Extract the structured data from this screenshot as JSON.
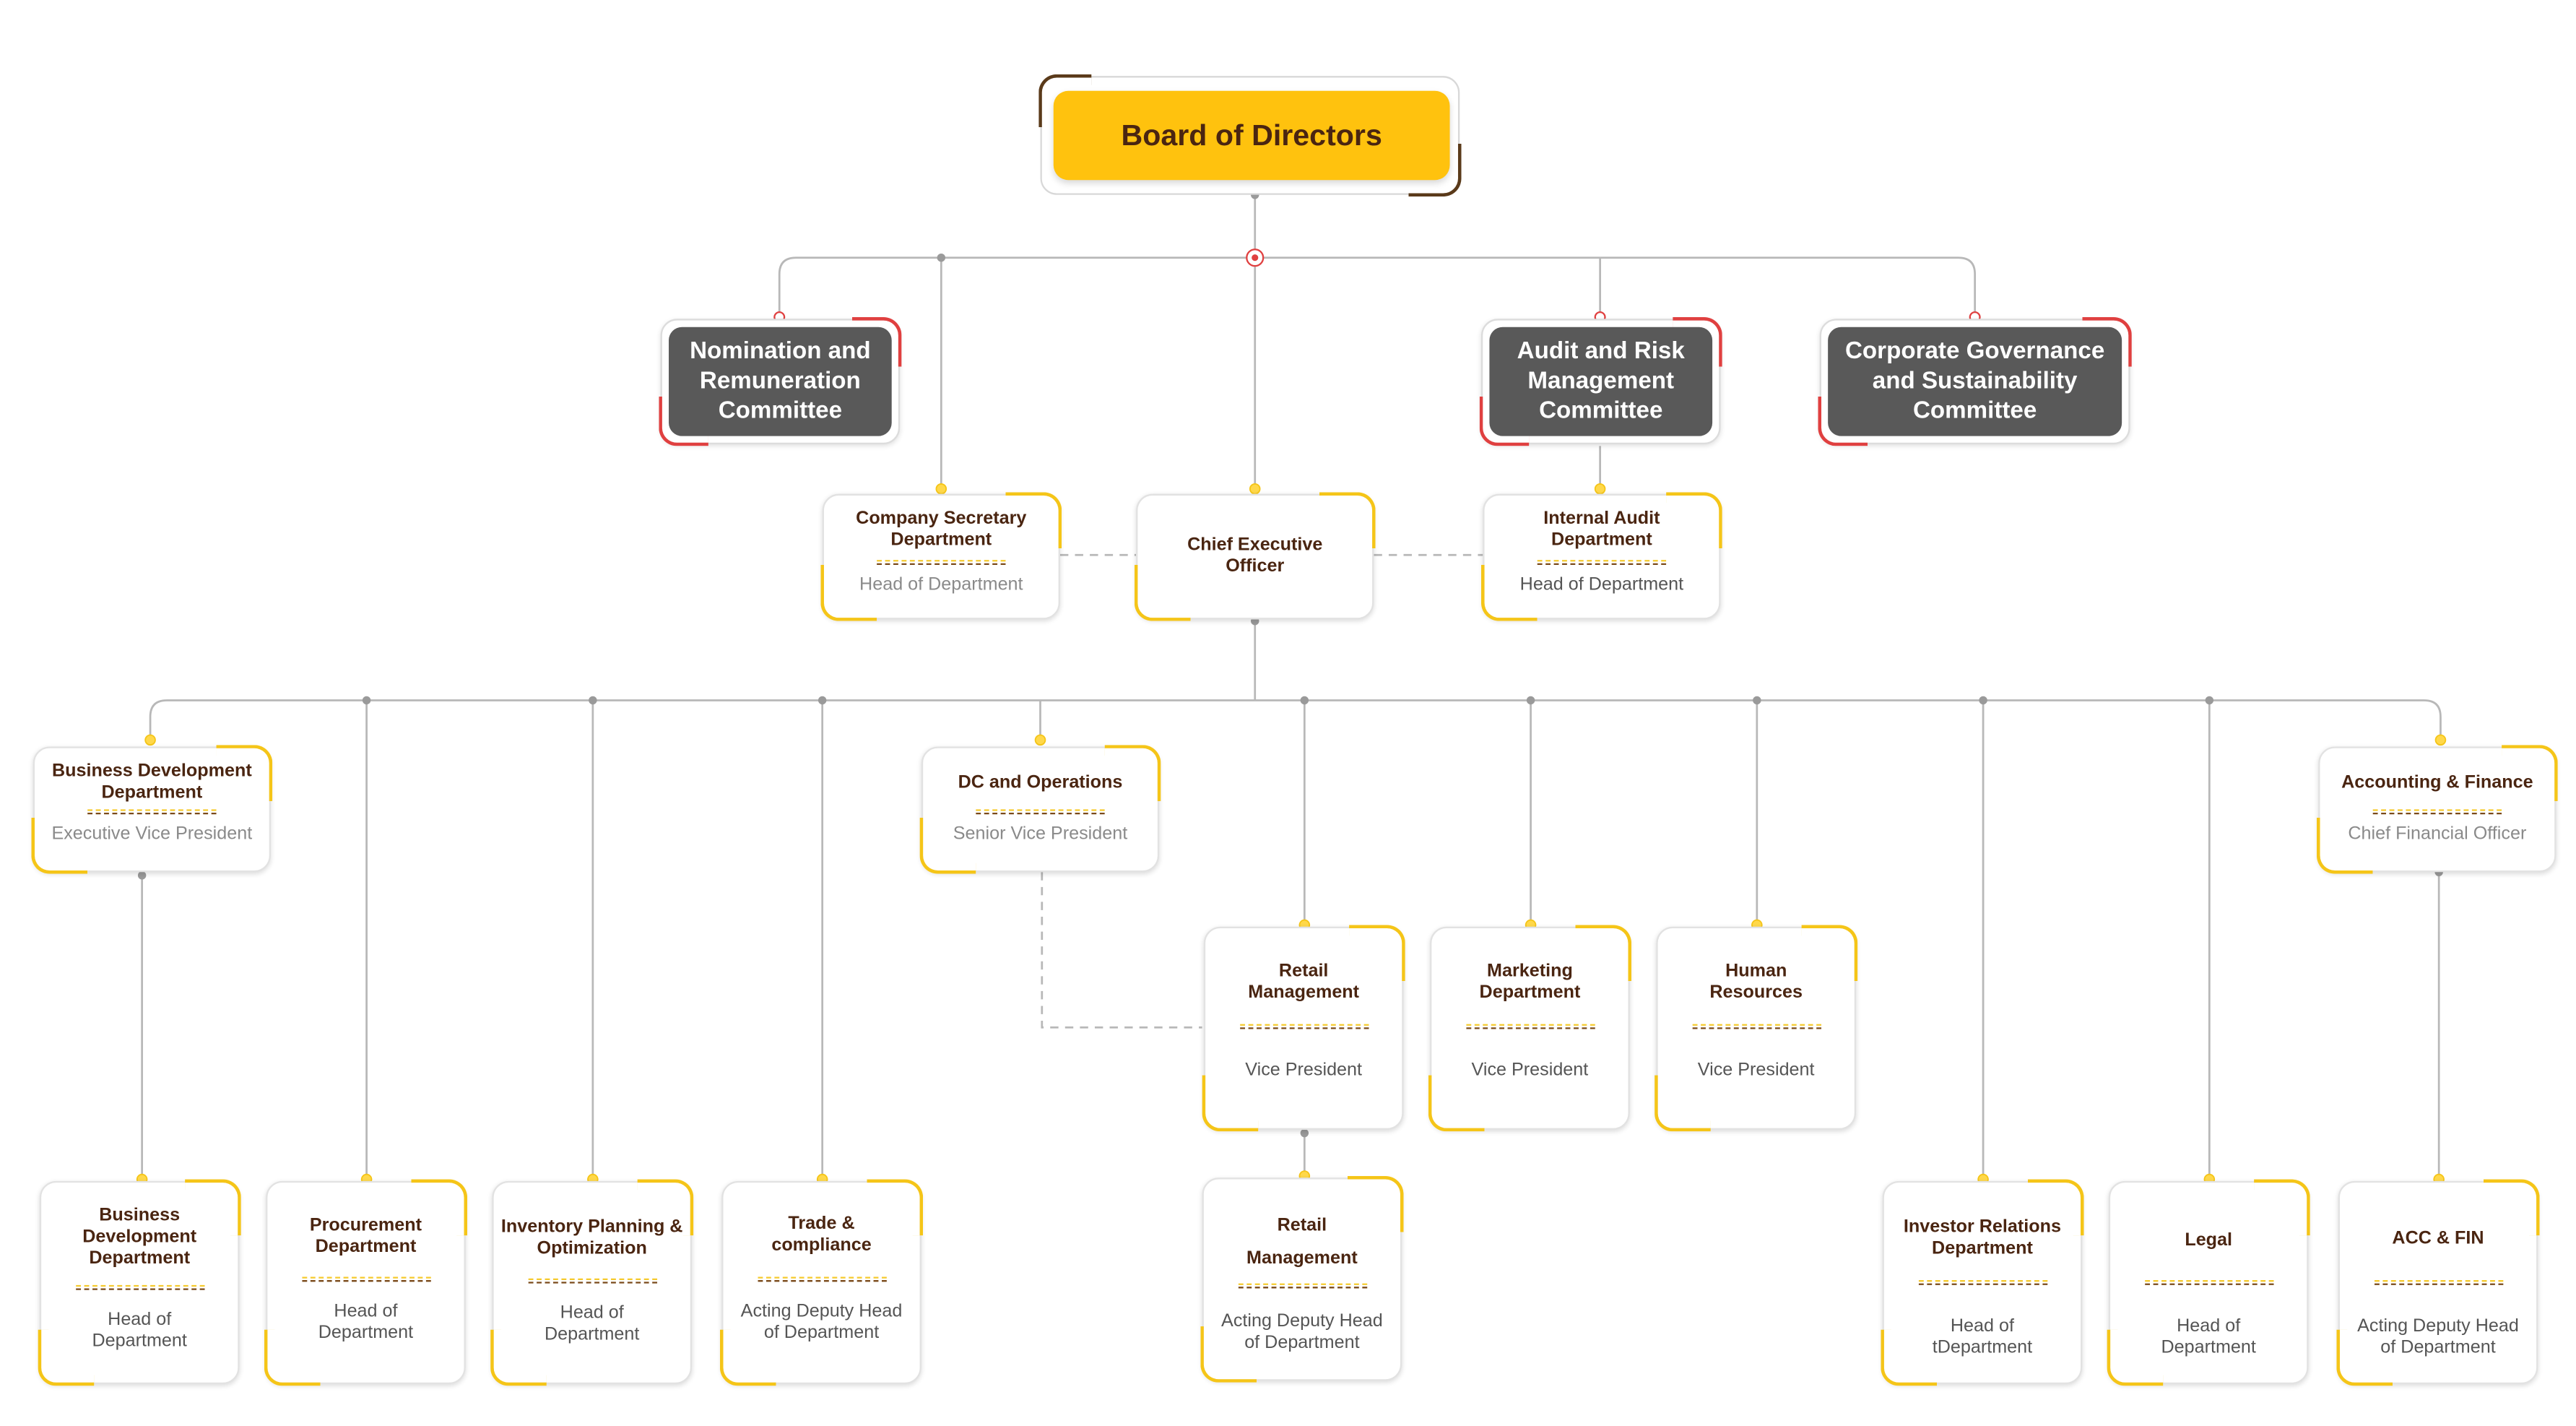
{
  "board": {
    "title": "Board of Directors"
  },
  "committees": {
    "nomination": "Nomination and Remuneration Committee",
    "audit_risk": "Audit and Risk Management Committee",
    "governance": "Corporate Governance and Sustainability Committee"
  },
  "row2": {
    "company_secretary": {
      "title": "Company Secretary Department",
      "role": "Head of Department"
    },
    "ceo": {
      "title": "Chief Executive Officer"
    },
    "internal_audit": {
      "title": "Internal Audit Department",
      "role": "Head of Department"
    }
  },
  "row3": {
    "business_dev": {
      "title": "Business Development Department",
      "role": "Executive Vice President"
    },
    "dc_operations": {
      "title": "DC and Operations",
      "role": "Senior Vice President"
    },
    "accounting_finance": {
      "title": "Accounting & Finance",
      "role": "Chief Financial Officer"
    }
  },
  "row4": {
    "retail_management": {
      "title": "Retail Management",
      "role": "Vice President"
    },
    "marketing": {
      "title": "Marketing Department",
      "role": "Vice President"
    },
    "human_resources": {
      "title": "Human Resources",
      "role": "Vice President"
    }
  },
  "row5": {
    "bd_department": {
      "title": "Business Development Department",
      "role": "Head of Department"
    },
    "procurement": {
      "title": "Procurement Department",
      "role": "Head of Department"
    },
    "inventory": {
      "title": "Inventory Planning & Optimization",
      "role": "Head of Department"
    },
    "trade": {
      "title": "Trade & compliance",
      "role": "Acting Deputy Head of Department"
    },
    "retail_deputy": {
      "title": "Retail Management",
      "role": "Acting Deputy Head of Department"
    },
    "investor_relations": {
      "title": "Investor Relations Department",
      "role": "Head of tDepartment"
    },
    "legal": {
      "title": "Legal",
      "role": "Head of Department"
    },
    "acc_fin": {
      "title": "ACC & FIN",
      "role": "Acting Deputy Head of Department"
    }
  },
  "colors": {
    "brand_yellow": "#ffc20e",
    "brown_text": "#4a2511",
    "committee_gray": "#595959",
    "red_accent": "#e04040"
  }
}
